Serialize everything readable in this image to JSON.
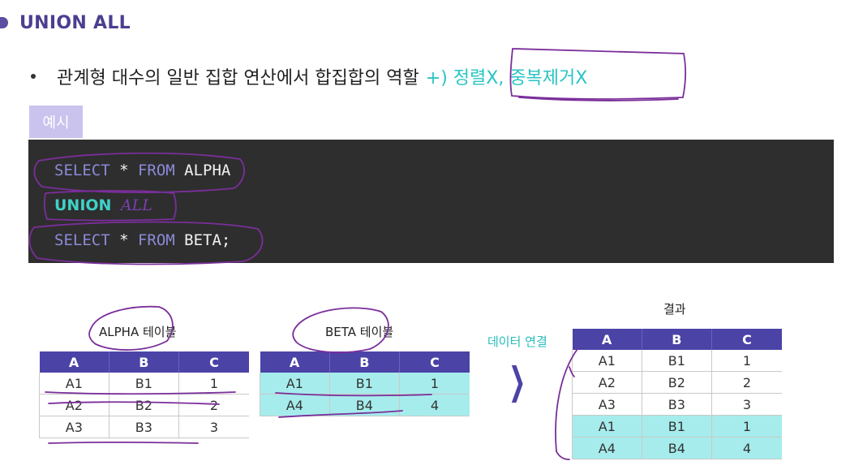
{
  "heading": {
    "title": "UNION ALL"
  },
  "bullet": {
    "text": "관계형 대수의 일반 집합 연산에서 합집합의 역할",
    "note": "+) 정렬X, 중복제거X"
  },
  "example": {
    "tab_label": "예시",
    "code": {
      "line1_kw1": "SELECT",
      "line1_star": " * ",
      "line1_kw2": "FROM",
      "line1_ident": " ALPHA",
      "line2_kw": "UNION",
      "line2_note": "ALL",
      "line3_kw1": "SELECT",
      "line3_star": " * ",
      "line3_kw2": "FROM",
      "line3_ident": " BETA;"
    }
  },
  "alpha_table": {
    "caption": "ALPHA 테이블",
    "headers": [
      "A",
      "B",
      "C"
    ],
    "rows": [
      [
        "A1",
        "B1",
        "1"
      ],
      [
        "A2",
        "B2",
        "2"
      ],
      [
        "A3",
        "B3",
        "3"
      ]
    ]
  },
  "beta_table": {
    "caption": "BETA 테이블",
    "headers": [
      "A",
      "B",
      "C"
    ],
    "rows": [
      [
        "A1",
        "B1",
        "1"
      ],
      [
        "A4",
        "B4",
        "4"
      ]
    ]
  },
  "connector": {
    "label": "데이터 연결",
    "arrow_icon": "chevron-right-icon"
  },
  "result_table": {
    "caption": "결과",
    "headers": [
      "A",
      "B",
      "C"
    ],
    "rows": [
      [
        "A1",
        "B1",
        "1"
      ],
      [
        "A2",
        "B2",
        "2"
      ],
      [
        "A3",
        "B3",
        "3"
      ],
      [
        "A1",
        "B1",
        "1"
      ],
      [
        "A4",
        "B4",
        "4"
      ]
    ]
  },
  "colors": {
    "accent": "#4b43a6",
    "heading": "#4b3f91",
    "cyan": "#29c4c4",
    "highlight_row": "#a6ecec",
    "ink": "#7a2e9a",
    "code_bg": "#2e2e2e"
  }
}
